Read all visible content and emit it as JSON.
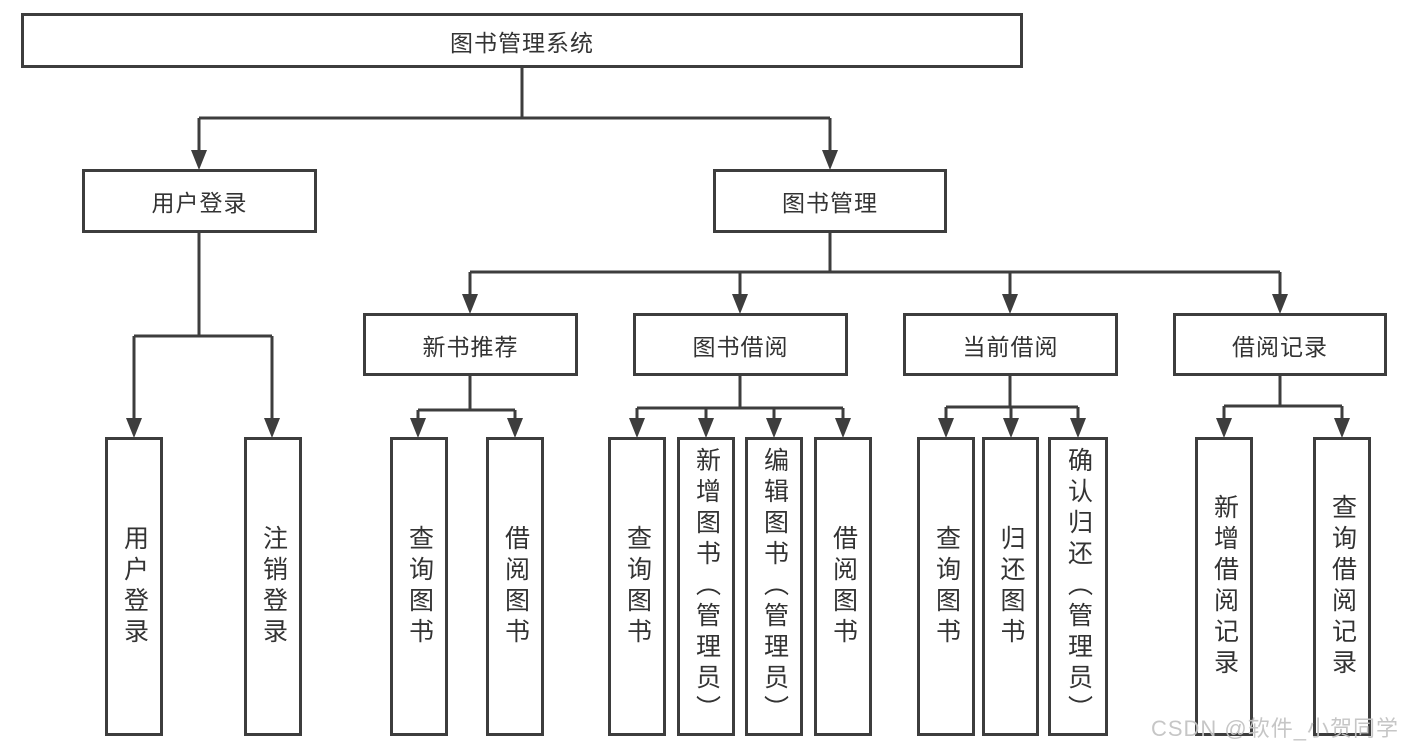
{
  "tree": {
    "label": "图书管理系统",
    "children": [
      {
        "label": "用户登录",
        "children": [
          {
            "label": "用户登录"
          },
          {
            "label": "注销登录"
          }
        ]
      },
      {
        "label": "图书管理",
        "children": [
          {
            "label": "新书推荐",
            "children": [
              {
                "label": "查询图书"
              },
              {
                "label": "借阅图书"
              }
            ]
          },
          {
            "label": "图书借阅",
            "children": [
              {
                "label": "查询图书"
              },
              {
                "label": "新增图书（管理员）"
              },
              {
                "label": "编辑图书（管理员）"
              },
              {
                "label": "借阅图书"
              }
            ]
          },
          {
            "label": "当前借阅",
            "children": [
              {
                "label": "查询图书"
              },
              {
                "label": "归还图书"
              },
              {
                "label": "确认归还（管理员）"
              }
            ]
          },
          {
            "label": "借阅记录",
            "children": [
              {
                "label": "新增借阅记录"
              },
              {
                "label": "查询借阅记录"
              }
            ]
          }
        ]
      }
    ]
  },
  "watermark": "CSDN @软件_小贺同学",
  "colors": {
    "line": "#3d3d3d",
    "text": "#333333",
    "watermark": "#c4c4c4",
    "background": "#ffffff"
  }
}
